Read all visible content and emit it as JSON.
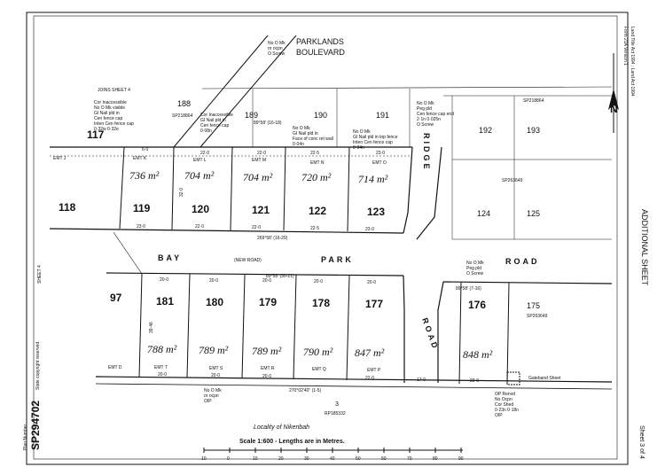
{
  "header": {
    "act_note": "Land Title Act 1994 ; Land Act 1994",
    "form": "Form 21A Version 1",
    "sheet": "Sheet 3 of 4",
    "additional_sheet": "ADDITIONAL SHEET",
    "plan_number": "SP294702",
    "plan_caption": "Plan Number",
    "copyright": "State copyright reserved."
  },
  "roads": {
    "parklands": "PARKLANDS",
    "boulevard": "BOULEVARD",
    "bay": "BAY",
    "park": "PARK",
    "road": "ROAD",
    "new_road": "(NEW ROAD)",
    "ridge": "RIDGE",
    "road_vertical": "ROAD"
  },
  "refs": {
    "joins_sheet": "JOINS    SHEET 4",
    "sheet4": "SHEET 4",
    "sp218864": "SP218864",
    "sp218864b": "SP218864",
    "sp263649a": "SP263649",
    "sp263649b": "SP263649",
    "rp185332": "RP185332",
    "lot3": "3",
    "locality": "Locality          of          Nikenbah",
    "scale": "Scale 1:600 - Lengths are in Metres.",
    "gateband": "Gateband Sheet"
  },
  "easements": {
    "k": "EMT K",
    "l": "EMT L",
    "m": "EMT M",
    "n": "EMT N",
    "o": "EMT O",
    "j": "EMT J",
    "d": "EMT D",
    "t": "EMT T",
    "s": "EMT S",
    "r": "EMT R",
    "q": "EMT Q",
    "p": "EMT P"
  },
  "top_lots": [
    {
      "num": "118",
      "area": ""
    },
    {
      "num": "119",
      "area": "736 m²"
    },
    {
      "num": "120",
      "area": "704 m²"
    },
    {
      "num": "121",
      "area": "704 m²"
    },
    {
      "num": "122",
      "area": "720 m²"
    },
    {
      "num": "123",
      "area": "714 m²"
    }
  ],
  "bottom_lots": [
    {
      "num": "97",
      "area": ""
    },
    {
      "num": "181",
      "area": "788 m²"
    },
    {
      "num": "180",
      "area": "789 m²"
    },
    {
      "num": "179",
      "area": "789 m²"
    },
    {
      "num": "178",
      "area": "790 m²"
    },
    {
      "num": "177",
      "area": "847 m²"
    },
    {
      "num": "176",
      "area": "848 m²"
    }
  ],
  "existing_lots": {
    "l117": "117",
    "l188": "188",
    "l189": "189",
    "l190": "190",
    "l191": "191",
    "l192": "192",
    "l193": "193",
    "l124": "124",
    "l125": "125",
    "l175": "175"
  },
  "dims": {
    "top_frontage": [
      "23·0",
      "22·0",
      "22·0",
      "22·5",
      "23·0"
    ],
    "top_rear": [
      "6·0",
      "22·0",
      "22·0",
      "22·5",
      "23·0"
    ],
    "bottom_frontage": [
      "20·0",
      "20·0",
      "20·0",
      "20·0",
      "20·0"
    ],
    "bottom_rear": [
      "20·0",
      "20·0",
      "20·0",
      "22·0",
      "17·0",
      "22·0"
    ],
    "depth_top": "32·0",
    "depth_bottom": "39·46",
    "bearing_top": "89°58' (16-18)",
    "bearing_bay": "89°58' (30-21)",
    "bearing_road": "89°58' (7-16)",
    "bearing_bottom": "270°02'40\" (1-5)",
    "bearing_ridge": "269°58' (16-29)"
  },
  "notes": {
    "cor_a": "Cor Inaccessible\nNo O Mk visible\nGI Nail pld in\nCen fence cap\nInten Cen fence cap\n0·32w 0·32e",
    "cor_b": "Cor Inaccessible\nGI Nail pld in\nCen fence cap\n0·08n",
    "park_note": "No O Mk\nor ocpn\nO Screw",
    "mk_190": "No O Mk\nGI Nail pld in\nFace of conc ret wall\n0·04n",
    "mk_191": "No O Mk\nGI Nail pld in top fence\nInten Cen fence cap\n0·04n",
    "mk_ridge": "No O Mk\nPeg pld\nCen fence cap end\n2·1n 0·025n\nO Screw",
    "mk_right": "No O Mk\nPeg pld\nO Screw",
    "mk_bottom": "No O Mk\nor ocpn\nOIP",
    "mk_corner": "OP Renvd\nNo Ocpn\nCor Shed\n0·23n 0·18n\nOIP"
  },
  "scale_bar": {
    "labels": [
      "10",
      "0",
      "10",
      "20",
      "30",
      "40",
      "50",
      "60",
      "70",
      "80",
      "90"
    ]
  }
}
